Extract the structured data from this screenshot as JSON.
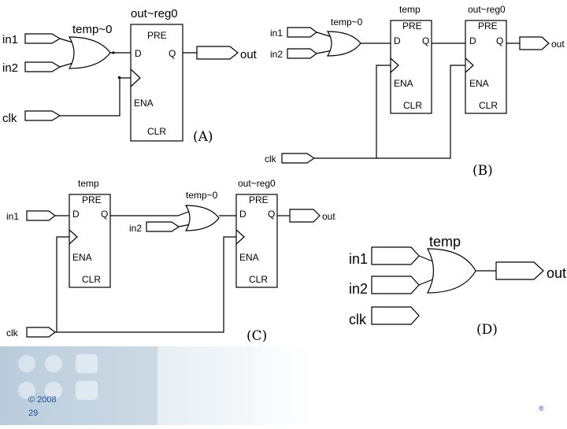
{
  "diagrams": {
    "A": {
      "caption": "(A)",
      "inputs": [
        "in1",
        "in2",
        "clk"
      ],
      "gate_label": "temp~0",
      "reg_label": "out~reg0",
      "ports": {
        "pre": "PRE",
        "d": "D",
        "q": "Q",
        "ena": "ENA",
        "clr": "CLR"
      },
      "output": "out"
    },
    "B": {
      "caption": "(B)",
      "inputs": [
        "in1",
        "in2",
        "clk"
      ],
      "gate_label": "temp~0",
      "reg1_label": "temp",
      "reg2_label": "out~reg0",
      "ports": {
        "pre": "PRE",
        "d": "D",
        "q": "Q",
        "ena": "ENA",
        "clr": "CLR"
      },
      "output": "out"
    },
    "C": {
      "caption": "(C)",
      "inputs": [
        "in1",
        "in2",
        "clk"
      ],
      "reg1_label": "temp",
      "gate_label": "temp~0",
      "reg2_label": "out~reg0",
      "ports": {
        "pre": "PRE",
        "d": "D",
        "q": "Q",
        "ena": "ENA",
        "clr": "CLR"
      },
      "output": "out"
    },
    "D": {
      "caption": "(D)",
      "inputs": [
        "in1",
        "in2",
        "clk"
      ],
      "gate_label": "temp",
      "output": "out"
    }
  },
  "footer": {
    "copyright": "© 2008",
    "page_number": "29",
    "mark": "®"
  },
  "colors": {
    "footer_text": "#1f4e99",
    "footer_tint": "#c9d9e6"
  }
}
